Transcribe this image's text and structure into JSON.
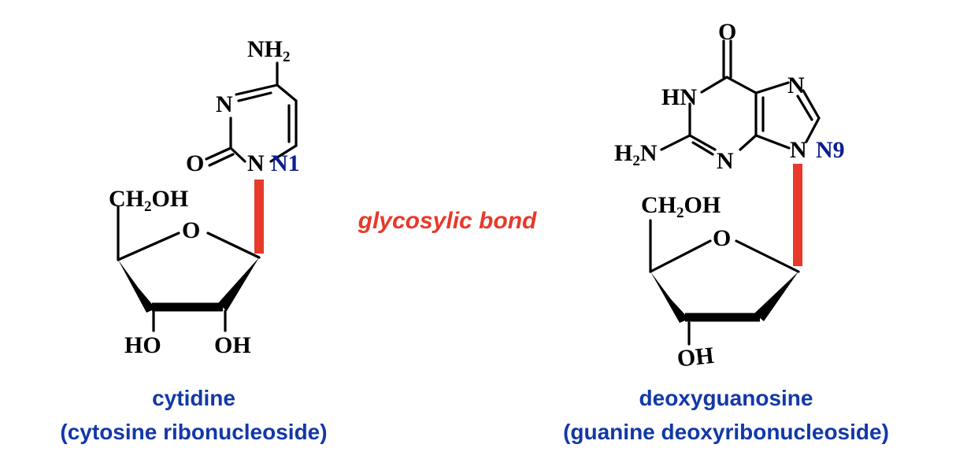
{
  "bond_label": "glycosylic bond",
  "colors": {
    "bond": "#e8392a",
    "caption": "#1238a8",
    "atom_tag": "#0a1f8f"
  },
  "cytidine": {
    "nh2": "NH",
    "nh2_sub": "2",
    "n_ring": "N",
    "o_carbonyl": "O",
    "n1_atom": "N",
    "n1_tag": "N1",
    "ch2oh_a": "CH",
    "ch2oh_sub": "2",
    "ch2oh_b": "OH",
    "ring_o": "O",
    "ho": "HO",
    "oh": "OH",
    "name": "cytidine",
    "desc": "(cytosine ribonucleoside)"
  },
  "deoxyguanosine": {
    "o_top": "O",
    "hn": "HN",
    "n7": "N",
    "h2n_a": "H",
    "h2n_sub": "2",
    "h2n_b": "N",
    "n3": "N",
    "n9_atom": "N",
    "n9_tag": "N9",
    "ch2oh_a": "CH",
    "ch2oh_sub": "2",
    "ch2oh_b": "OH",
    "ring_o": "O",
    "oh": "OH",
    "name": "deoxyguanosine",
    "desc": "(guanine deoxyribonucleoside)"
  }
}
